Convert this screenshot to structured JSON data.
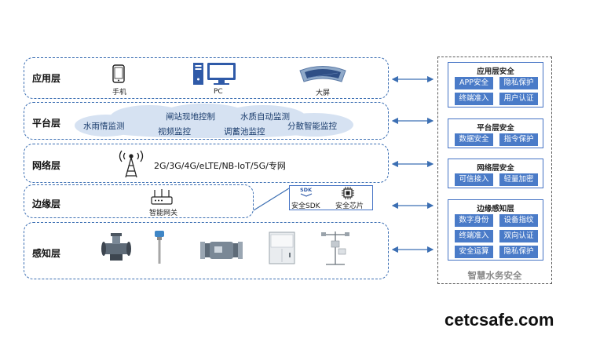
{
  "layers": {
    "app": {
      "title": "应用层",
      "items": [
        "手机",
        "PC",
        "大屏"
      ]
    },
    "platform": {
      "title": "平台层",
      "items": [
        "水雨情监测",
        "闸站现地控制",
        "水质自动监测",
        "视频监控",
        "调蓄池监控",
        "分散智能监控"
      ]
    },
    "network": {
      "title": "网络层",
      "text": "2G/3G/4G/eLTE/NB-IoT/5G/专网"
    },
    "edge": {
      "title": "边缘层",
      "gateway": "智能网关"
    },
    "perception": {
      "title": "感知层"
    }
  },
  "edge_security": {
    "sdk_icon_text": "SDK",
    "sdk": "安全SDK",
    "chip": "安全芯片"
  },
  "security_panel": {
    "footer": "智慧水务安全",
    "groups": [
      {
        "title": "应用层安全",
        "items": [
          "APP安全",
          "隐私保护",
          "终端准入",
          "用户认证"
        ]
      },
      {
        "title": "平台层安全",
        "items": [
          "数据安全",
          "指令保护"
        ]
      },
      {
        "title": "网络层安全",
        "items": [
          "可信接入",
          "轻量加密"
        ]
      },
      {
        "title": "边缘感知层",
        "items": [
          "数字身份",
          "设备指纹",
          "终端准入",
          "双向认证",
          "安全运算",
          "隐私保护"
        ]
      }
    ]
  },
  "watermark": "cetcsafe.com",
  "colors": {
    "frame": "#3c6fb3",
    "chip": "#4a7bc8",
    "cloud": "#d6e2f2",
    "arrow": "#3c6fb3"
  }
}
